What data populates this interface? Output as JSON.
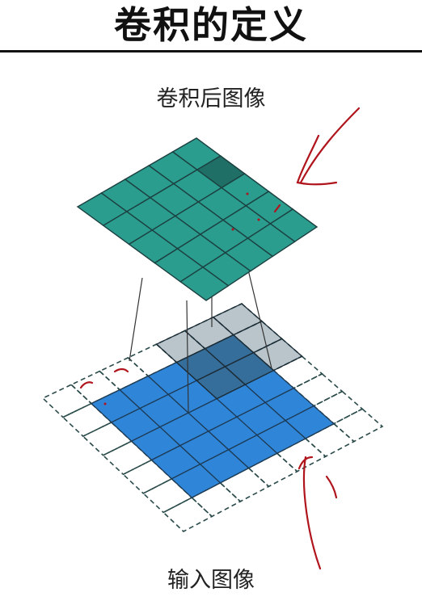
{
  "page_title": "卷积的定义",
  "output_label": "卷积后图像",
  "input_label": "输入图像",
  "colors": {
    "output_fill": "#2a9d8f",
    "output_highlight": "#1f6f66",
    "output_stroke": "#1c4040",
    "input_fill": "#2f86d8",
    "input_stroke": "#1d3a55",
    "padding_stroke": "#2a4a4a",
    "kernel_fill": "#3a5a6a",
    "annotation_ink": "#b0141c"
  },
  "grids": {
    "output_size": 5,
    "input_size": 5,
    "padding": 1,
    "kernel_size": 3
  }
}
